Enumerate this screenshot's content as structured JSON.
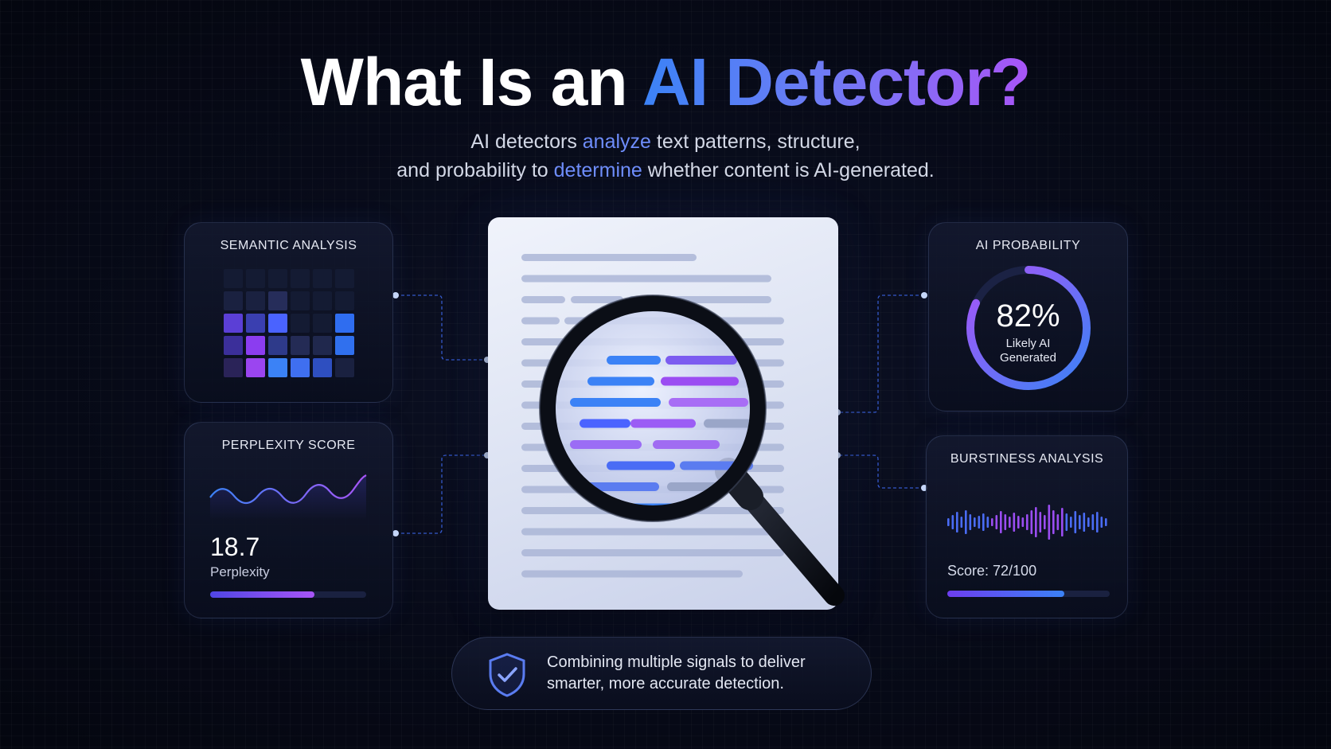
{
  "header": {
    "title_plain": "What Is an ",
    "title_accent": "AI Detector?",
    "subtitle_line1_a": "AI detectors ",
    "subtitle_line1_hl": "analyze",
    "subtitle_line1_b": " text patterns, structure,",
    "subtitle_line2_a": "and probability to ",
    "subtitle_line2_hl": "determine",
    "subtitle_line2_b": " whether content is AI-generated."
  },
  "semantic": {
    "title": "SEMANTIC ANALYSIS",
    "grid": [
      [
        "#141b33",
        "#141b33",
        "#141b33",
        "#141b33",
        "#141b33",
        "#141b33"
      ],
      [
        "#1a2140",
        "#1a2140",
        "#262d5a",
        "#141b33",
        "#141b33",
        "#141b33"
      ],
      [
        "#5b3fd6",
        "#3a3fb0",
        "#4a63ff",
        "#141b33",
        "#141b33",
        "#2f6df0"
      ],
      [
        "#3b2f9a",
        "#8b3df0",
        "#2e3a8a",
        "#242b55",
        "#20284d",
        "#3070ee"
      ],
      [
        "#2a2358",
        "#9b45f0",
        "#3b82f6",
        "#3f6ff0",
        "#2e4fc0",
        "#1a2140"
      ]
    ]
  },
  "perplexity": {
    "title": "PERPLEXITY SCORE",
    "value": "18.7",
    "label": "Perplexity",
    "progress": 0.67
  },
  "probability": {
    "title": "AI PROBABILITY",
    "percent_value": 82,
    "percent_text": "82%",
    "label_line1": "Likely AI",
    "label_line2": "Generated"
  },
  "burstiness": {
    "title": "BURSTINESS ANALYSIS",
    "score_text": "Score: 72/100",
    "progress": 0.72
  },
  "footer": {
    "line1": "Combining multiple signals to deliver",
    "line2": "smarter, more accurate detection."
  },
  "colors": {
    "accent_blue": "#3b82f6",
    "accent_purple": "#a855f7",
    "highlight": "#6e8dfb"
  }
}
